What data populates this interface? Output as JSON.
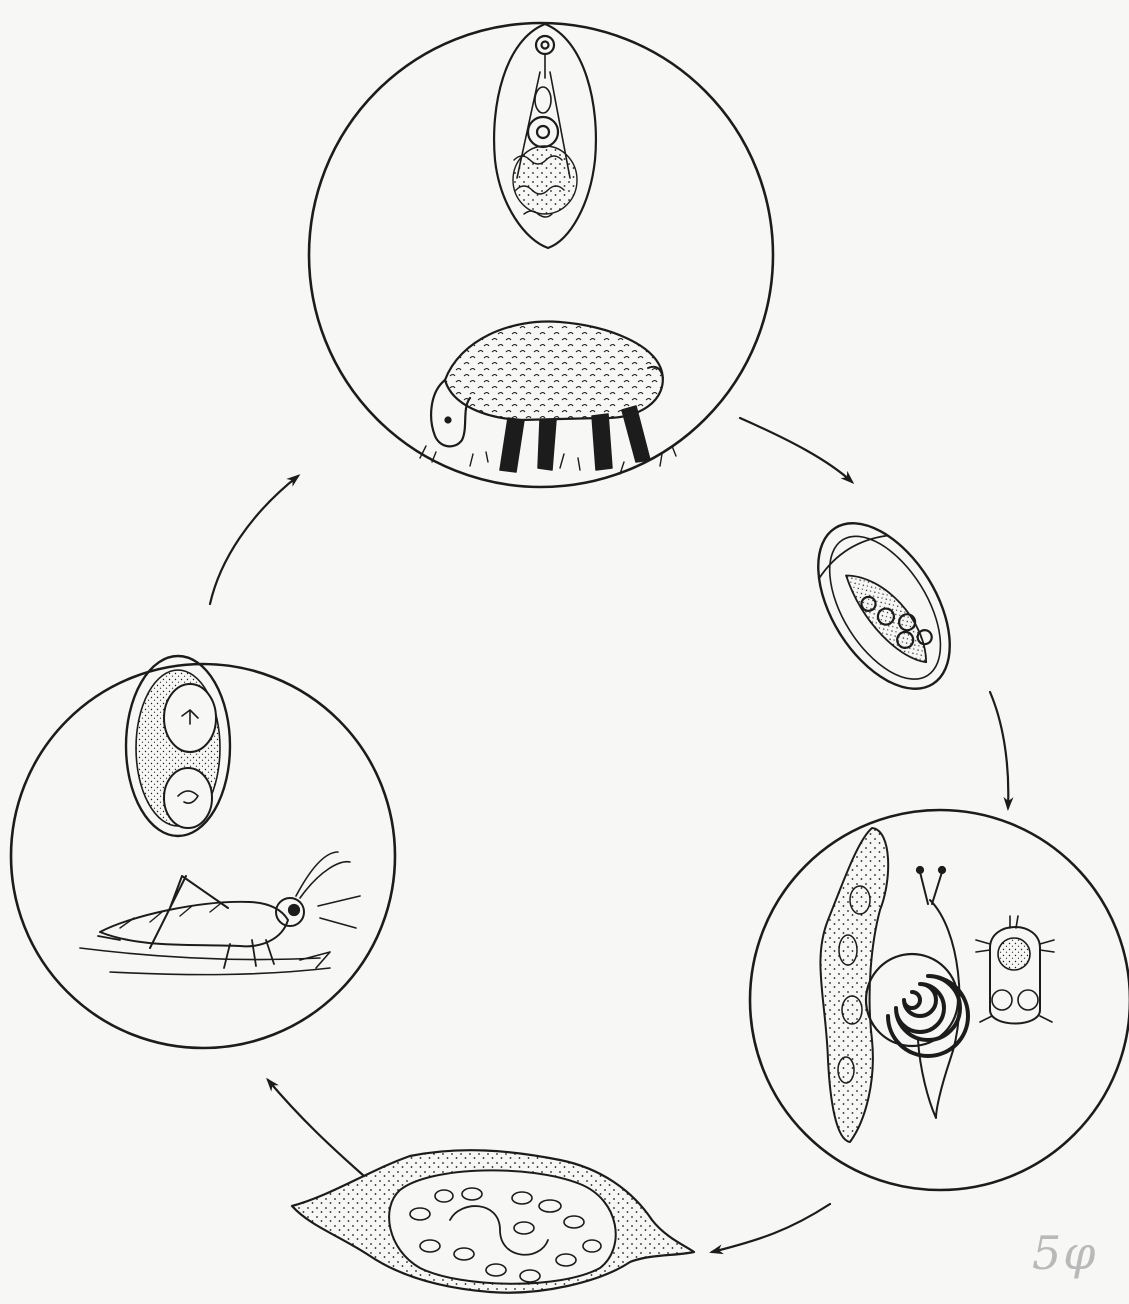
{
  "page_number": "5φ",
  "colors": {
    "ink": "#1c1c1c",
    "paper": "#f7f7f5",
    "pencil": "#b9b9b9"
  },
  "diagram": {
    "type": "life-cycle",
    "direction": "clockwise",
    "stages": [
      {
        "id": "definitive-host",
        "contents": [
          "adult-fluke-icon",
          "grazing-sheep-icon"
        ]
      },
      {
        "id": "egg",
        "contents": [
          "egg-with-miracidium-icon"
        ]
      },
      {
        "id": "first-intermediate-host",
        "contents": [
          "sporocyst-icon",
          "snail-icon",
          "cercaria-icon"
        ]
      },
      {
        "id": "sporocyst-stage",
        "contents": [
          "daughter-sporocyst-icon"
        ]
      },
      {
        "id": "second-intermediate-host",
        "contents": [
          "metacercaria-cyst-icon",
          "grasshopper-icon"
        ]
      }
    ]
  }
}
